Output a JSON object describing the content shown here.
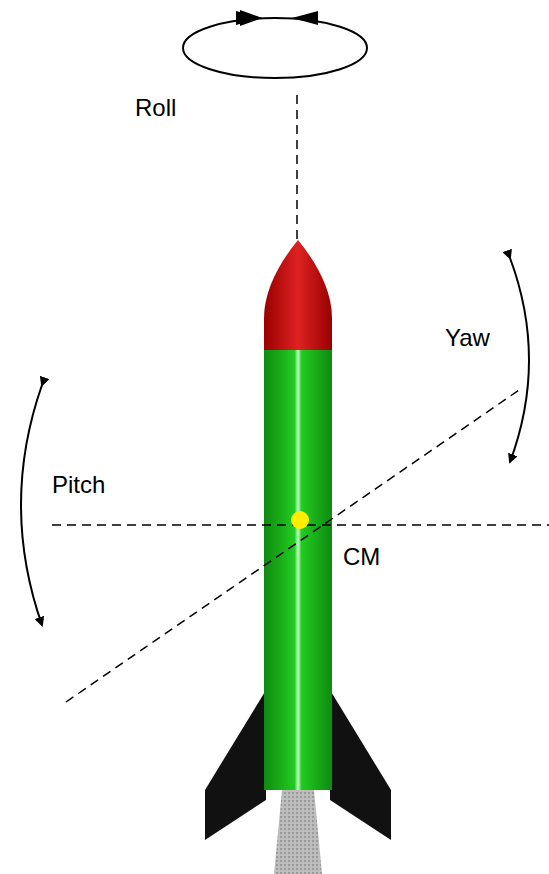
{
  "diagram": {
    "labels": [
      "Roll",
      "Yaw",
      "Pitch",
      "CM"
    ]
  }
}
